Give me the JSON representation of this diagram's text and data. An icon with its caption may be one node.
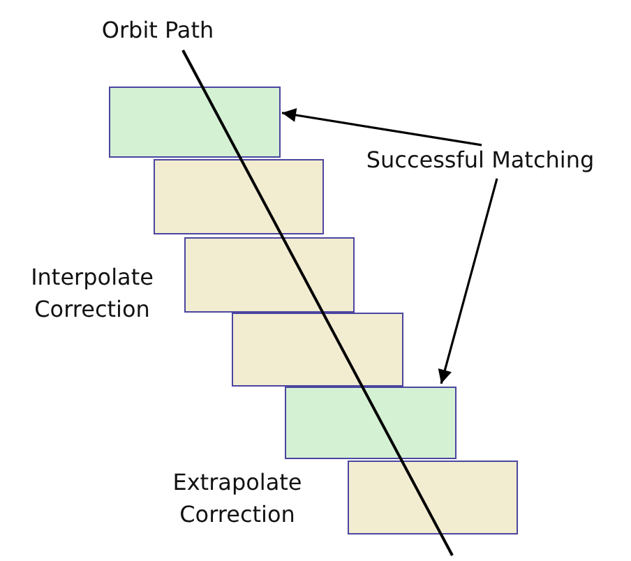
{
  "diagram": {
    "nodes": [
      {
        "text": [],
        "shape": "box"
      },
      {
        "text": [],
        "shape": "box"
      },
      {
        "text": [],
        "shape": "box"
      },
      {
        "text": [],
        "shape": "box"
      },
      {
        "text": [],
        "shape": "box"
      },
      {
        "text": [],
        "shape": "box"
      },
      {
        "text": [
          "Successful Matching"
        ]
      }
    ],
    "edges": [
      {
        "from": 6,
        "to": 0,
        "arrow": "to"
      },
      {
        "from": 6,
        "to": 4,
        "arrow": "to"
      }
    ],
    "labels": [
      "Orbit Path",
      "Interpolate Correction",
      "Extrapolate Correction"
    ]
  }
}
